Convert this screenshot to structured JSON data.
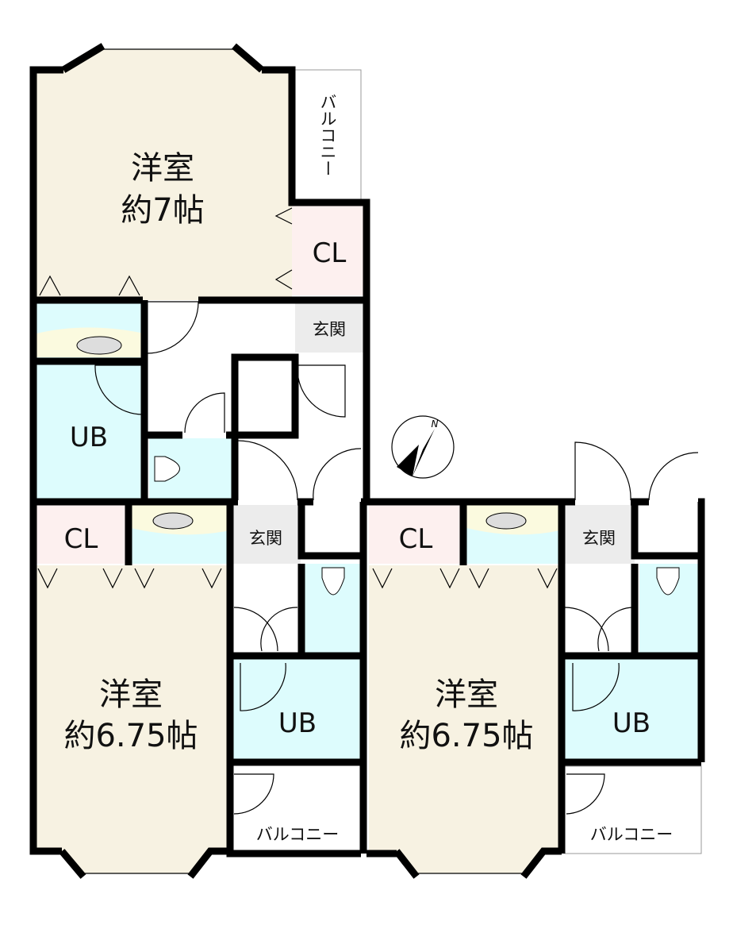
{
  "rooms": {
    "top_room": {
      "name": "洋室",
      "size": "約7帖"
    },
    "top_balcony": "バルコニー",
    "top_cl": "CL",
    "top_genkan": "玄関",
    "top_ub": "UB",
    "left_cl": "CL",
    "left_genkan": "玄関",
    "left_room": {
      "name": "洋室",
      "size": "約6.75帖"
    },
    "left_ub": "UB",
    "left_balcony": "バルコニー",
    "right_cl": "CL",
    "right_genkan": "玄関",
    "right_room": {
      "name": "洋室",
      "size": "約6.75帖"
    },
    "right_ub": "UB",
    "right_balcony": "バルコニー"
  },
  "compass": {
    "label": "N"
  },
  "colors": {
    "room": "#f7f2e2",
    "bath": "#ddfcfd",
    "closet": "#fdf0ef",
    "wash": "#fbfadf",
    "entrance": "#ececec"
  }
}
